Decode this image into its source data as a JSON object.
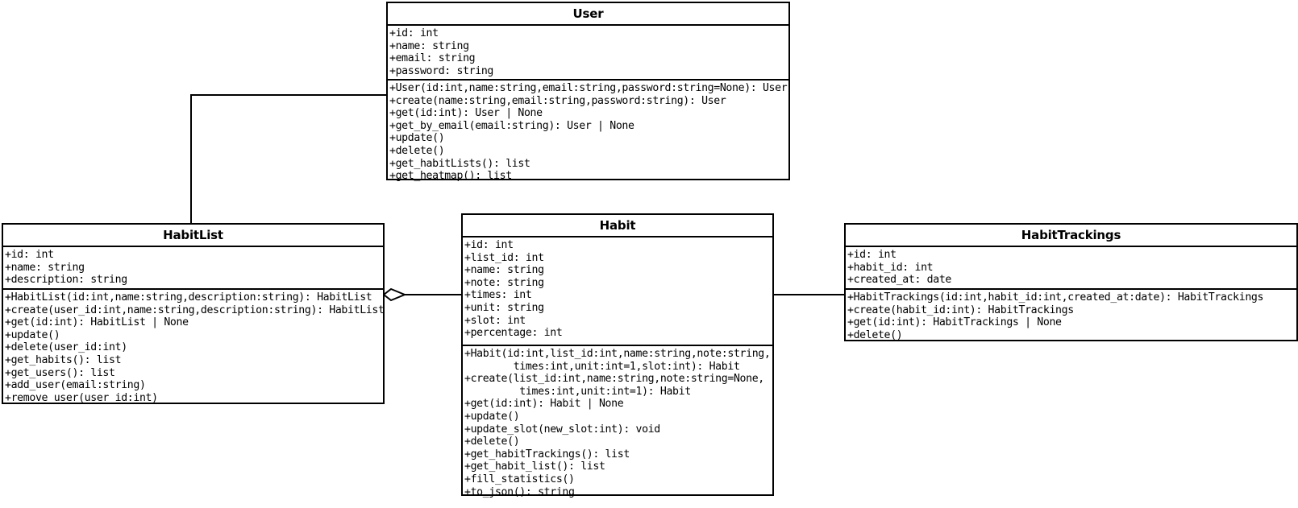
{
  "diagram": {
    "kind": "uml-class-diagram",
    "background_color": "#ffffff",
    "line_color": "#000000"
  },
  "classes": {
    "user": {
      "name": "User",
      "attributes": [
        "+id: int",
        "+name: string",
        "+email: string",
        "+password: string"
      ],
      "methods": [
        "+User(id:int,name:string,email:string,password:string=None): User",
        "+create(name:string,email:string,password:string): User",
        "+get(id:int): User | None",
        "+get_by_email(email:string): User | None",
        "+update()",
        "+delete()",
        "+get_habitLists(): list",
        "+get_heatmap(): list"
      ]
    },
    "habitlist": {
      "name": "HabitList",
      "attributes": [
        "+id: int",
        "+name: string",
        "+description: string"
      ],
      "methods": [
        "+HabitList(id:int,name:string,description:string): HabitList",
        "+create(user_id:int,name:string,description:string): HabitList",
        "+get(id:int): HabitList | None",
        "+update()",
        "+delete(user_id:int)",
        "+get_habits(): list",
        "+get_users(): list",
        "+add_user(email:string)",
        "+remove_user(user_id:int)"
      ]
    },
    "habit": {
      "name": "Habit",
      "attributes": [
        "+id: int",
        "+list_id: int",
        "+name: string",
        "+note: string",
        "+times: int",
        "+unit: string",
        "+slot: int",
        "+percentage: int"
      ],
      "methods": [
        "+Habit(id:int,list_id:int,name:string,note:string,",
        "        times:int,unit:int=1,slot:int): Habit",
        "+create(list_id:int,name:string,note:string=None,",
        "         times:int,unit:int=1): Habit",
        "+get(id:int): Habit | None",
        "+update()",
        "+update_slot(new_slot:int): void",
        "+delete()",
        "+get_habitTrackings(): list",
        "+get_habit_list(): list",
        "+fill_statistics()",
        "+to_json(): string"
      ]
    },
    "habittrackings": {
      "name": "HabitTrackings",
      "attributes": [
        "+id: int",
        "+habit_id: int",
        "+created_at: date"
      ],
      "methods": [
        "+HabitTrackings(id:int,habit_id:int,created_at:date): HabitTrackings",
        "+create(habit_id:int): HabitTrackings",
        "+get(id:int): HabitTrackings | None",
        "+delete()"
      ]
    }
  },
  "relationships": [
    {
      "id": "user-habitlist",
      "from": "User",
      "to": "HabitList",
      "type": "association",
      "decoration": "none"
    },
    {
      "id": "habitlist-habit",
      "from": "HabitList",
      "to": "Habit",
      "type": "aggregation",
      "decoration": "hollow-diamond"
    },
    {
      "id": "habit-habittrackings",
      "from": "Habit",
      "to": "HabitTrackings",
      "type": "association",
      "decoration": "none"
    }
  ]
}
